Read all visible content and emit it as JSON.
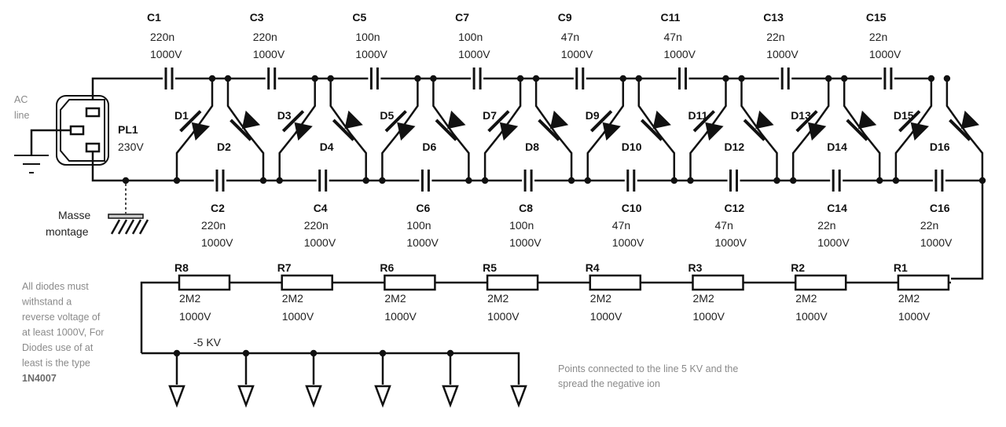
{
  "connector": {
    "name": "PL1",
    "voltage": "230V",
    "input_label_line1": "AC",
    "input_label_line2": "line"
  },
  "ground": {
    "label_line1": "Masse",
    "label_line2": "montage"
  },
  "top_capacitors": [
    {
      "name": "C1",
      "value": "220n",
      "voltage": "1000V"
    },
    {
      "name": "C3",
      "value": "220n",
      "voltage": "1000V"
    },
    {
      "name": "C5",
      "value": "100n",
      "voltage": "1000V"
    },
    {
      "name": "C7",
      "value": "100n",
      "voltage": "1000V"
    },
    {
      "name": "C9",
      "value": "47n",
      "voltage": "1000V"
    },
    {
      "name": "C11",
      "value": "47n",
      "voltage": "1000V"
    },
    {
      "name": "C13",
      "value": "22n",
      "voltage": "1000V"
    },
    {
      "name": "C15",
      "value": "22n",
      "voltage": "1000V"
    }
  ],
  "bottom_capacitors": [
    {
      "name": "C2",
      "value": "220n",
      "voltage": "1000V"
    },
    {
      "name": "C4",
      "value": "220n",
      "voltage": "1000V"
    },
    {
      "name": "C6",
      "value": "100n",
      "voltage": "1000V"
    },
    {
      "name": "C8",
      "value": "100n",
      "voltage": "1000V"
    },
    {
      "name": "C10",
      "value": "47n",
      "voltage": "1000V"
    },
    {
      "name": "C12",
      "value": "47n",
      "voltage": "1000V"
    },
    {
      "name": "C14",
      "value": "22n",
      "voltage": "1000V"
    },
    {
      "name": "C16",
      "value": "22n",
      "voltage": "1000V"
    }
  ],
  "diodes": [
    "D1",
    "D2",
    "D3",
    "D4",
    "D5",
    "D6",
    "D7",
    "D8",
    "D9",
    "D10",
    "D11",
    "D12",
    "D13",
    "D14",
    "D15",
    "D16"
  ],
  "resistors": [
    {
      "name": "R8",
      "value": "2M2",
      "voltage": "1000V"
    },
    {
      "name": "R7",
      "value": "2M2",
      "voltage": "1000V"
    },
    {
      "name": "R6",
      "value": "2M2",
      "voltage": "1000V"
    },
    {
      "name": "R5",
      "value": "2M2",
      "voltage": "1000V"
    },
    {
      "name": "R4",
      "value": "2M2",
      "voltage": "1000V"
    },
    {
      "name": "R3",
      "value": "2M2",
      "voltage": "1000V"
    },
    {
      "name": "R2",
      "value": "2M2",
      "voltage": "1000V"
    },
    {
      "name": "R1",
      "value": "2M2",
      "voltage": "1000V"
    }
  ],
  "output": {
    "label": "-5 KV",
    "emitter_count": 6
  },
  "notes": {
    "diode_note_lines": [
      "All diodes must",
      "withstand a",
      "reverse voltage of",
      "at least 1000V,  For",
      "Diodes use of at",
      "least is the type"
    ],
    "diode_type": "1N4007",
    "points_note_lines": [
      "Points connected to the line 5 KV and the",
      "spread the negative ion"
    ]
  }
}
